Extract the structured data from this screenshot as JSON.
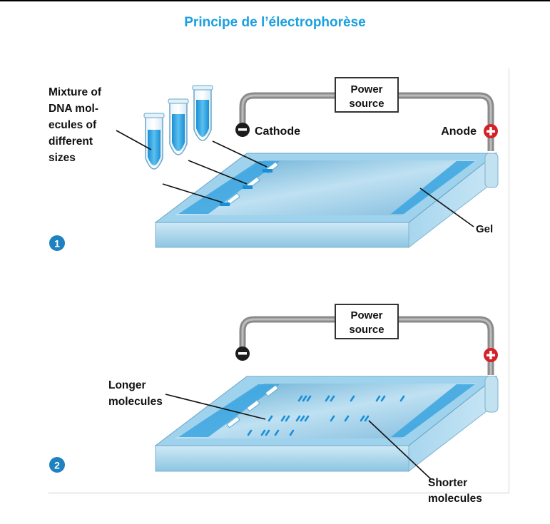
{
  "title": "Principe de l’électrophorèse",
  "panel1": {
    "step": "1",
    "power_source": [
      "Power",
      "source"
    ],
    "cathode": "Cathode",
    "anode": "Anode",
    "gel": "Gel",
    "mixture": [
      "Mixture of",
      "DNA mol-",
      "ecules of",
      "different",
      "sizes"
    ]
  },
  "panel2": {
    "step": "2",
    "power_source": [
      "Power",
      "source"
    ],
    "longer": [
      "Longer",
      "molecules"
    ],
    "shorter": [
      "Shorter",
      "molecules"
    ]
  },
  "colors": {
    "title": "#1a9fe0",
    "step_badge": "#1e82c0",
    "cathode": "#1c1c1c",
    "anode": "#d42028",
    "gel_blue": "#5cc0ec",
    "dna_blue": "#1a8fd8"
  }
}
